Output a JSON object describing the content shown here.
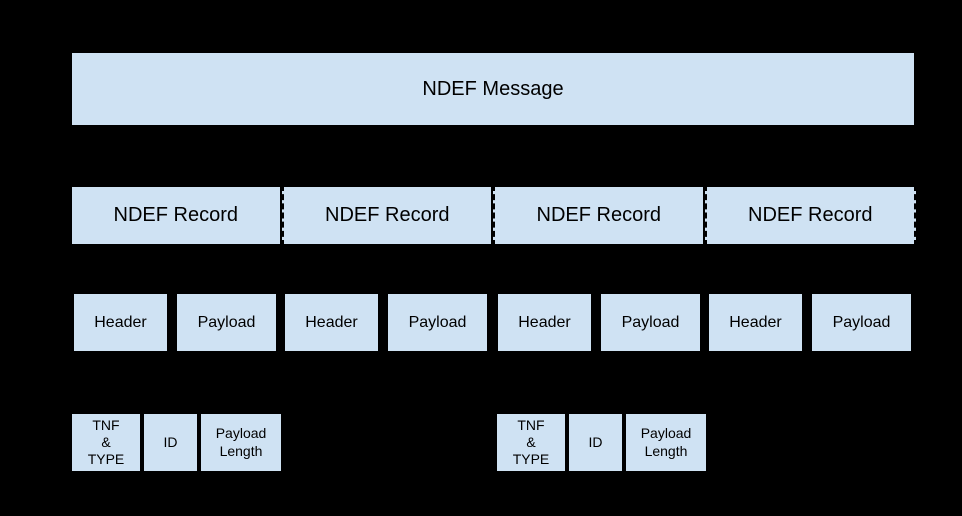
{
  "diagram": {
    "subject": "NDEF message structure",
    "colors": {
      "background": "#000000",
      "box_fill": "#cfe2f3",
      "box_border": "#000000",
      "text": "#000000"
    },
    "message": {
      "label": "NDEF Message"
    },
    "records": {
      "labels": [
        "NDEF Record",
        "NDEF Record",
        "NDEF Record",
        "NDEF Record"
      ],
      "note": "last record right edge dashed to indicate continuation"
    },
    "record_contents": {
      "pairs": [
        {
          "header": "Header",
          "payload": "Payload"
        },
        {
          "header": "Header",
          "payload": "Payload"
        },
        {
          "header": "Header",
          "payload": "Payload"
        },
        {
          "header": "Header",
          "payload": "Payload"
        }
      ]
    },
    "header_fields": {
      "groups": [
        {
          "tnf_type": "TNF\n&\nTYPE",
          "id": "ID",
          "payload_length": "Payload\nLength"
        },
        {
          "tnf_type": "TNF\n&\nTYPE",
          "id": "ID",
          "payload_length": "Payload\nLength"
        }
      ]
    }
  }
}
